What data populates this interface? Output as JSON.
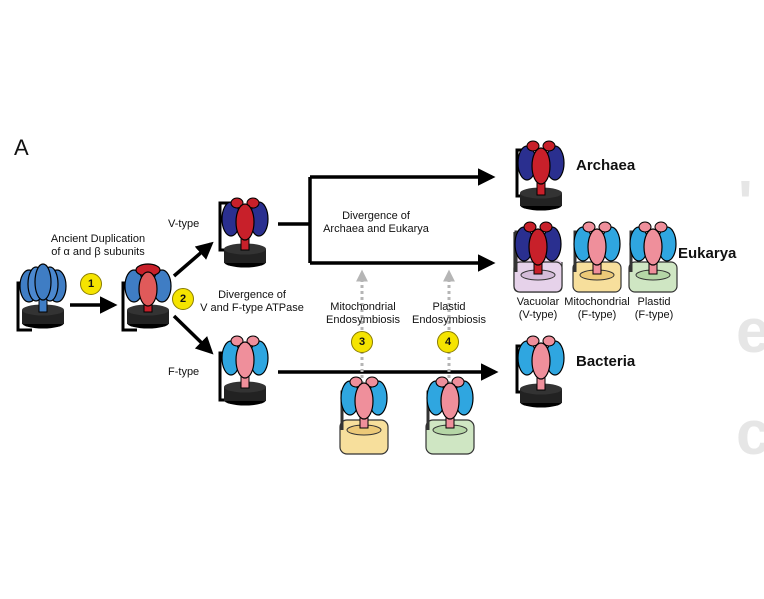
{
  "panel_label": "A",
  "labels": {
    "ancient_dup_line1": "Ancient Duplication",
    "ancient_dup_line2": "of α and β subunits",
    "v_type": "V-type",
    "f_type": "F-type",
    "div_vf_line1": "Divergence of",
    "div_vf_line2": "V and F-type ATPase",
    "div_ae_line1": "Divergence of",
    "div_ae_line2": "Archaea and Eukarya",
    "mito_endo_line1": "Mitochondrial",
    "mito_endo_line2": "Endosymbiosis",
    "plastid_endo_line1": "Plastid",
    "plastid_endo_line2": "Endosymbiosis",
    "vacuolar_line1": "Vacuolar",
    "vacuolar_line2": "(V-type)",
    "mitochondrial_line1": "Mitochondrial",
    "mitochondrial_line2": "(F-type)",
    "plastid_line1": "Plastid",
    "plastid_line2": "(F-type)"
  },
  "domains": {
    "archaea": "Archaea",
    "eukarya": "Eukarya",
    "bacteria": "Bacteria"
  },
  "steps": [
    "1",
    "2",
    "3",
    "4"
  ],
  "colors": {
    "blue": "#3f7dc4",
    "light_blue": "#2fa6e0",
    "navy": "#2a2f8f",
    "red": "#c8202a",
    "pink": "#ef8f9b",
    "yellow_badge": "#f5e400",
    "vacuole_membrane": "#e6d2ea",
    "mito_membrane": "#f7df9c",
    "plastid_membrane": "#cfe6c3"
  },
  "ghost_text": [
    "'",
    "e",
    "c"
  ]
}
